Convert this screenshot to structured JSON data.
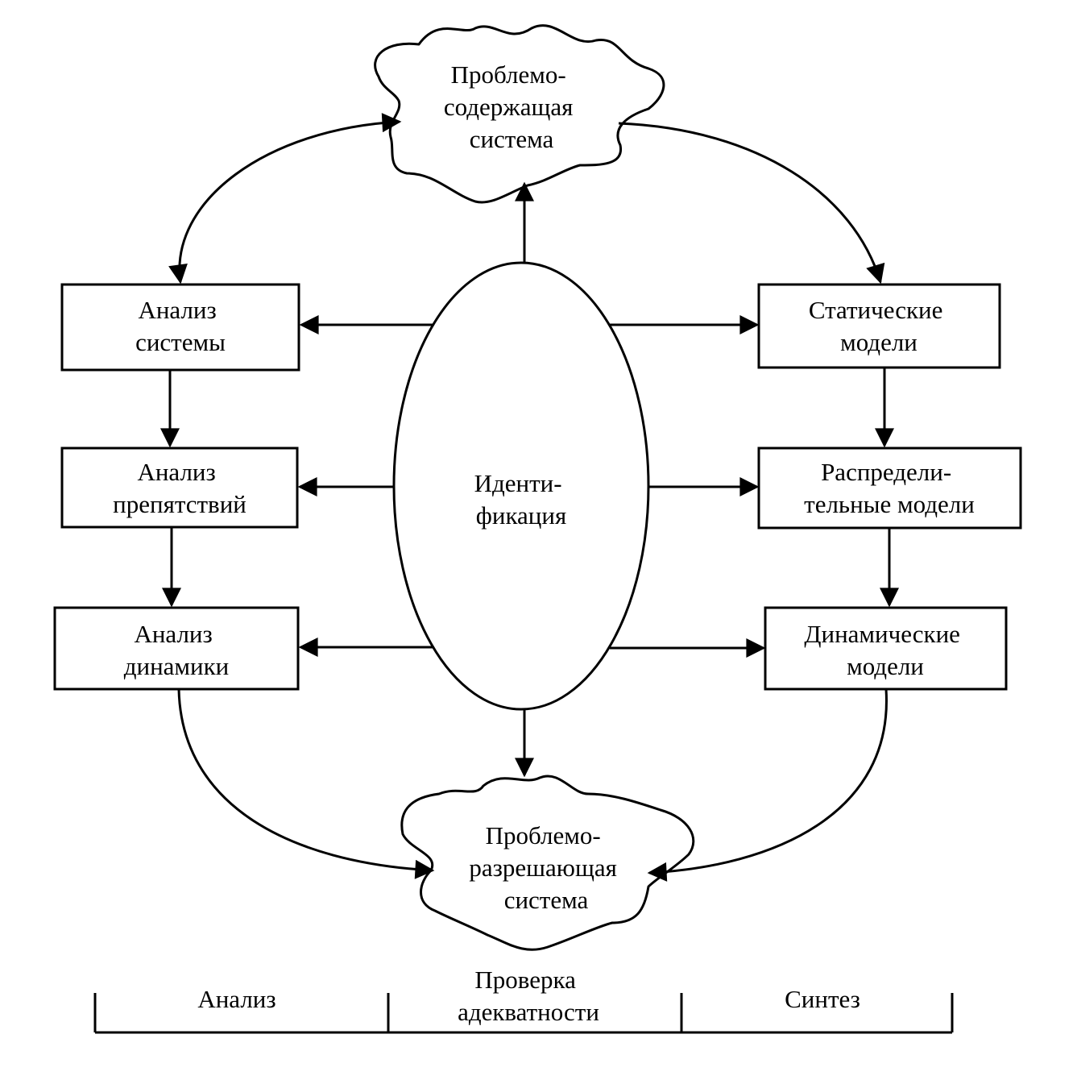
{
  "nodes": {
    "problem_containing": [
      "Проблемо-",
      "содержащая",
      "система"
    ],
    "problem_resolving": [
      "Проблемо-",
      "разрешающая",
      "система"
    ],
    "identification": [
      "Иденти-",
      "фикация"
    ],
    "system_analysis": [
      "Анализ",
      "системы"
    ],
    "obstacle_analysis": [
      "Анализ",
      "препятствий"
    ],
    "dynamics_analysis": [
      "Анализ",
      "динамики"
    ],
    "static_models": [
      "Статические",
      "модели"
    ],
    "distribution_models": [
      "Распредели-",
      "тельные модели"
    ],
    "dynamic_models": [
      "Динамические",
      "модели"
    ]
  },
  "phases": {
    "analysis": "Анализ",
    "verification": [
      "Проверка",
      "адекватности"
    ],
    "synthesis": "Синтез"
  }
}
